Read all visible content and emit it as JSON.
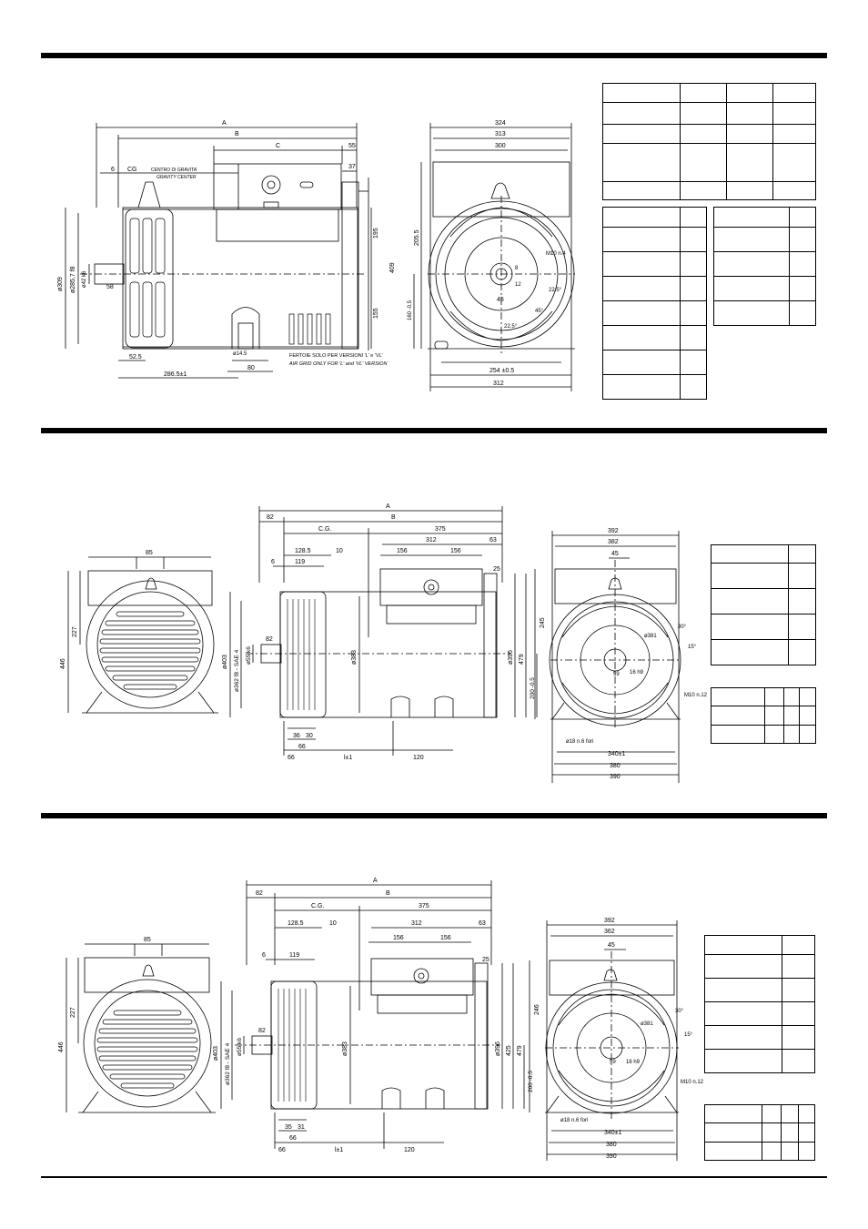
{
  "section1": {
    "side": {
      "dim_A": "A",
      "dim_B": "B",
      "dim_C": "C",
      "dim_55": "55",
      "dim_37": "37",
      "dim_6": "6",
      "cg_label_it": "CENTRO DI GRAVITA'",
      "cg_label_en": "GRAVITY CENTER",
      "cg": "CG",
      "dim_309": "ø309",
      "dim_2857": "ø285,7 f8",
      "dim_42": "ø42 k6",
      "dim_58": "58",
      "dim_195": "195",
      "dim_155": "155",
      "dim_525": "52.5",
      "dim_145": "ø14.5",
      "dim_80": "80",
      "dim_2865": "286.5±1",
      "note_it": "FERTOIE SOLO PER VERSIONI 'L' e 'VL'",
      "note_en": "AIR GRID ONLY FOR 'L' and 'VL' VERSION"
    },
    "end": {
      "dim_324": "324",
      "dim_313": "313",
      "dim_300": "300",
      "dim_2055": "205.5",
      "dim_409": "409",
      "dim_160": "160 -0.5",
      "dim_254": "254 ±0.5",
      "dim_312": "312",
      "dim_m10": "M10 n.4",
      "dim_45": "45",
      "dim_12": "12",
      "dim_8": "8",
      "dim_225a": "22.5°",
      "dim_225b": "22.5°",
      "dim_45deg": "45°"
    }
  },
  "section2": {
    "front": {
      "dim_85": "85",
      "dim_227": "227",
      "dim_446": "446"
    },
    "side": {
      "dim_A": "A",
      "dim_82": "82",
      "dim_B": "B",
      "dim_CG": "C.G.",
      "dim_375": "375",
      "dim_1285": "128.5",
      "dim_10": "10",
      "dim_312": "312",
      "dim_63": "63",
      "dim_6": "6",
      "dim_119": "119",
      "dim_156a": "156",
      "dim_156b": "156",
      "dim_25": "25",
      "dim_82b": "82",
      "dim_403": "ø403",
      "dim_362": "ø362 f8 - SAE 4",
      "dim_55": "ø55 k6",
      "dim_383": "ø383",
      "dim_396": "ø396",
      "dim_479": "479",
      "dim_200": "200 -0.5",
      "dim_36": "36",
      "dim_30": "30",
      "dim_66a": "66",
      "dim_66b": "66",
      "dim_l1": "l±1",
      "dim_120": "120"
    },
    "end": {
      "dim_392": "392",
      "dim_382": "382",
      "dim_45": "45",
      "dim_245": "245",
      "dim_381": "ø381",
      "dim_30deg": "30°",
      "dim_15deg": "15°",
      "dim_16": "16 h9",
      "dim_59": "59",
      "dim_m10": "M10 n.12",
      "dim_18": "ø18 n.6 fori",
      "dim_340": "340±1",
      "dim_380": "380",
      "dim_390": "390"
    }
  },
  "section3": {
    "front": {
      "dim_85": "85",
      "dim_227": "227",
      "dim_446": "446"
    },
    "side": {
      "dim_A": "A",
      "dim_82": "82",
      "dim_B": "B",
      "dim_CG": "C.G.",
      "dim_375": "375",
      "dim_1285": "128.5",
      "dim_10": "10",
      "dim_312": "312",
      "dim_63": "63",
      "dim_6": "6",
      "dim_119": "119",
      "dim_156a": "156",
      "dim_156b": "156",
      "dim_25": "25",
      "dim_82b": "82",
      "dim_403": "ø403",
      "dim_362": "ø362 f8 - SAE 4",
      "dim_55": "ø55 k6",
      "dim_383": "ø383",
      "dim_396": "ø396",
      "dim_425": "425",
      "dim_479": "479",
      "dim_200": "200 -0.5",
      "dim_35": "35",
      "dim_31": "31",
      "dim_66a": "66",
      "dim_66b": "66",
      "dim_l1": "l±1",
      "dim_120": "120"
    },
    "end": {
      "dim_392": "392",
      "dim_362": "362",
      "dim_45": "45",
      "dim_246": "246",
      "dim_381": "ø381",
      "dim_30deg": "30°",
      "dim_15deg": "15°",
      "dim_16": "16 h9",
      "dim_59": "59",
      "dim_m10": "M10 n.12",
      "dim_18": "ø18 n.6 fori",
      "dim_340": "340±1",
      "dim_380": "380",
      "dim_390": "390"
    }
  }
}
